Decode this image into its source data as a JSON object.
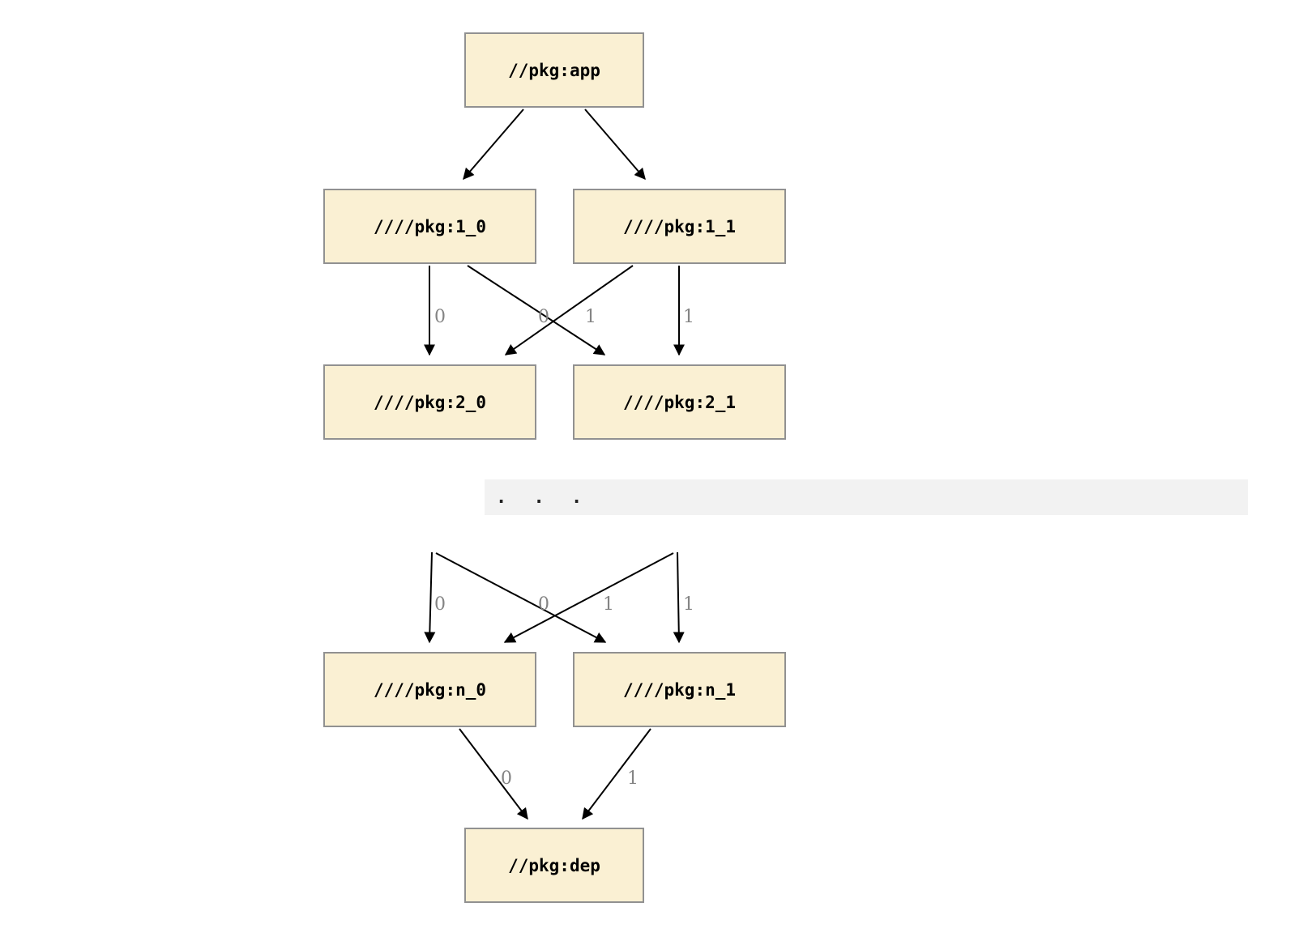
{
  "diagram": {
    "type": "dependency-graph",
    "direction": "top-down",
    "nodes": {
      "app": {
        "label": "//pkg:app"
      },
      "l1_0": {
        "label": "////pkg:1_0"
      },
      "l1_1": {
        "label": "////pkg:1_1"
      },
      "l2_0": {
        "label": "////pkg:2_0"
      },
      "l2_1": {
        "label": "////pkg:2_1"
      },
      "ln_0": {
        "label": "////pkg:n_0"
      },
      "ln_1": {
        "label": "////pkg:n_1"
      },
      "dep": {
        "label": "//pkg:dep"
      }
    },
    "ellipsis": ". . .",
    "edges": [
      {
        "from": "app",
        "to": "l1_0",
        "label": ""
      },
      {
        "from": "app",
        "to": "l1_1",
        "label": ""
      },
      {
        "from": "l1_0",
        "to": "l2_0",
        "label": "0"
      },
      {
        "from": "l1_0",
        "to": "l2_1",
        "label": "1"
      },
      {
        "from": "l1_1",
        "to": "l2_0",
        "label": "0"
      },
      {
        "from": "l1_1",
        "to": "l2_1",
        "label": "1"
      },
      {
        "from": "ellipsis",
        "to": "ln_0",
        "label": "0"
      },
      {
        "from": "ellipsis",
        "to": "ln_1",
        "label": "1"
      },
      {
        "from": "ellipsis",
        "to": "ln_0",
        "label": "0"
      },
      {
        "from": "ellipsis",
        "to": "ln_1",
        "label": "1"
      },
      {
        "from": "ln_0",
        "to": "dep",
        "label": "0"
      },
      {
        "from": "ln_1",
        "to": "dep",
        "label": "1"
      }
    ],
    "colors": {
      "node_fill": "#faf0d3",
      "node_border": "#919191",
      "edge": "#000000",
      "edge_label": "#848484",
      "ellipsis_band": "#f2f2f2",
      "background": "#ffffff"
    }
  }
}
